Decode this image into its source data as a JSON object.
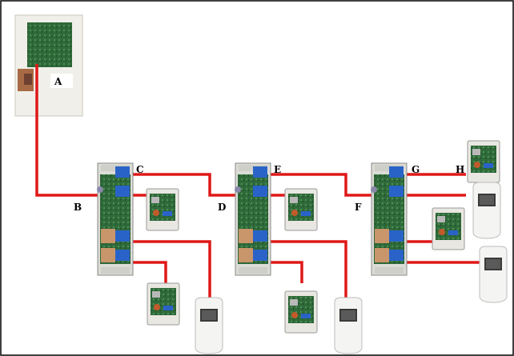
{
  "diagram": {
    "labels": {
      "A": "A",
      "B": "B",
      "C": "C",
      "D": "D",
      "E": "E",
      "F": "F",
      "G": "G",
      "H": "H"
    },
    "colors": {
      "cable": "#e01818",
      "border": "#000000",
      "board": "#2f6a3a",
      "terminal": "#2a63c8",
      "enclosure": "#f1efe9"
    },
    "devices": {
      "control_panel": "control-panel-enclosure",
      "expanders": [
        "expander-board",
        "expander-board",
        "expander-board"
      ],
      "readers": "proximity-reader",
      "keypads": "lcd-keypad"
    }
  }
}
